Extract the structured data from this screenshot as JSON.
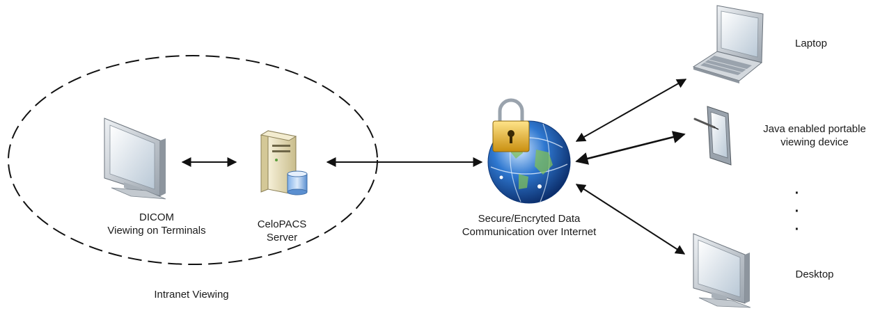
{
  "colors": {
    "line": "#111111",
    "monitor_bezel": "#c9ced4",
    "monitor_screen": "#dfe8f0",
    "server_body": "#e8dfb8",
    "globe_blue": "#1f5fb8",
    "lock_gold": "#e8b62a"
  },
  "icons": {
    "terminal": "monitor-icon",
    "server": "server-icon",
    "globe": "globe-lock-icon",
    "laptop": "laptop-icon",
    "tablet": "tablet-icon",
    "desktop": "monitor-icon"
  },
  "labels": {
    "dicom": [
      "DICOM",
      "Viewing on Terminals"
    ],
    "server": [
      "CeloPACS",
      "Server"
    ],
    "intranet": "Intranet Viewing",
    "internet": [
      "Secure/Encryted Data",
      "Communication over Internet"
    ],
    "laptop": "Laptop",
    "portable": [
      "Java enabled portable",
      "viewing device"
    ],
    "desktop": "Desktop",
    "ellipsis": [
      "·",
      "·",
      "·"
    ]
  }
}
